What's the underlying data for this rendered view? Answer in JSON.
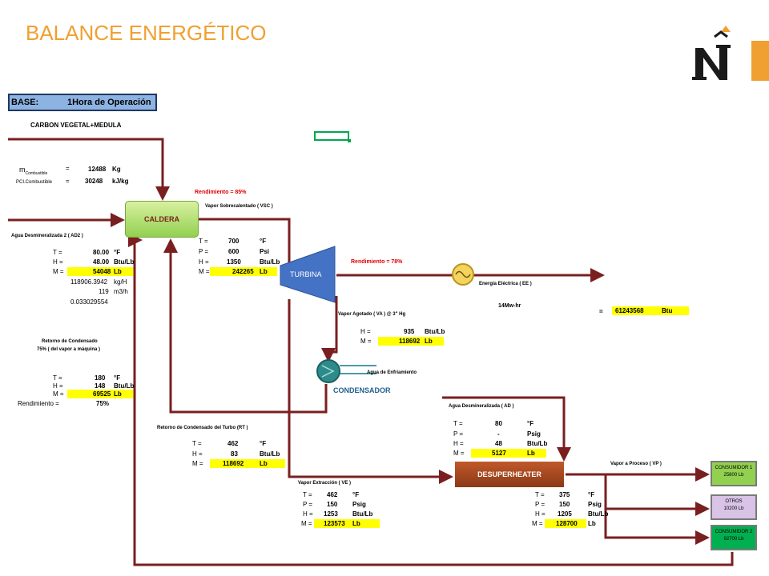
{
  "title": "BALANCE ENERGÉTICO",
  "logo": {
    "icon": "n-tilde-logo",
    "color": "#f0a030"
  },
  "base": {
    "label": "BASE:",
    "value": "1Hora de Operación"
  },
  "fuel": {
    "title": "CARBON VEGETAL+MEDULA",
    "m_label": "m",
    "m_sub": "Combustible",
    "m_eq": "=",
    "m_value": "12488",
    "m_unit": "Kg",
    "pci_label": "PCI.",
    "pci_sub": "Combustible",
    "pci_eq": "=",
    "pci_value": "30248",
    "pci_unit": "kJ/kg"
  },
  "boiler": {
    "label": "CALDERA",
    "efficiency": "Rendimiento = 85%"
  },
  "ad2": {
    "title": "Agua Desmineralizada  2 ( AD2 )",
    "T": "80.00",
    "T_unit": "°F",
    "H": "48.00",
    "H_unit": "Btu/Lb",
    "M": "54048",
    "M_unit": "Lb",
    "extra": [
      "118906.3942",
      "119",
      "0.033029554"
    ],
    "extra_units": [
      "kg/H",
      "m3/h",
      ""
    ]
  },
  "vsc": {
    "title": "Vapor Sobrecalentado ( VSC )",
    "T": "700",
    "T_unit": "°F",
    "P": "600",
    "P_unit": "Psi",
    "H": "1350",
    "H_unit": "Btu/Lb",
    "M": "242265",
    "M_unit": "Lb"
  },
  "turbine": {
    "label": "TURBINA",
    "efficiency": "Rendimiento = 78%"
  },
  "electric": {
    "title": "Energía Eléctrica ( EE )",
    "power": "14Mw-hr",
    "eq": "=",
    "value": "61243568",
    "unit": "Btu"
  },
  "va": {
    "title": "Vapor Agotado ( VA ) @ 3\" Hg",
    "H": "935",
    "H_unit": "Btu/Lb",
    "M": "118692",
    "M_unit": "Lb"
  },
  "condenser": {
    "label": "CONDENSADOR",
    "cooling": "Agua de Enfriamiento"
  },
  "return": {
    "title1": "Retorno de Condensado",
    "title2": "75% ( del vapor a máquina )",
    "T": "180",
    "T_unit": "°F",
    "H": "148",
    "H_unit": "Btu/Lb",
    "M": "69525",
    "M_unit": "Lb",
    "eff_label": "Rendimiento =",
    "eff_value": "75%"
  },
  "rt": {
    "title": "Retorno de Condensado del Turbo (RT )",
    "T": "462",
    "T_unit": "°F",
    "H": "83",
    "H_unit": "Btu/Lb",
    "M": "118692",
    "M_unit": "Lb"
  },
  "ad": {
    "title": "Agua Desmineralizada  ( AD )",
    "T": "80",
    "T_unit": "°F",
    "P": "-",
    "P_unit": "Psig",
    "H": "48",
    "H_unit": "Btu/Lb",
    "M": "5127",
    "M_unit": "Lb"
  },
  "desuperheater": {
    "label": "DESUPERHEATER"
  },
  "ve": {
    "title": "Vapor Extracción ( VE )",
    "T": "462",
    "T_unit": "°F",
    "P": "150",
    "P_unit": "Psig",
    "H": "1253",
    "H_unit": "Btu/Lb",
    "M": "123573",
    "M_unit": "Lb"
  },
  "vp": {
    "title": "Vapor a Proceso ( VP )",
    "T": "375",
    "T_unit": "°F",
    "P": "150",
    "P_unit": "Psig",
    "H": "1205",
    "H_unit": "Btu/Lb",
    "M": "128700",
    "M_unit": "Lb"
  },
  "consumers": [
    {
      "name": "CONSUMIDOR 1",
      "value": "25800  Lb"
    },
    {
      "name": "OTROS",
      "value": "10200 Lb"
    },
    {
      "name": "CONSUMIDOR 2",
      "value": "92700 Lb"
    }
  ],
  "labels": {
    "T": "T =",
    "P": "P =",
    "H": "H =",
    "M": "M ="
  },
  "colors": {
    "title": "#f0a030",
    "pipe": "#7a1f1f",
    "highlight": "#ffff00",
    "caldera": "#92d050",
    "turbina": "#4472c4",
    "desuperheater": "#a0441b",
    "efficiency_text": "#e00000"
  }
}
